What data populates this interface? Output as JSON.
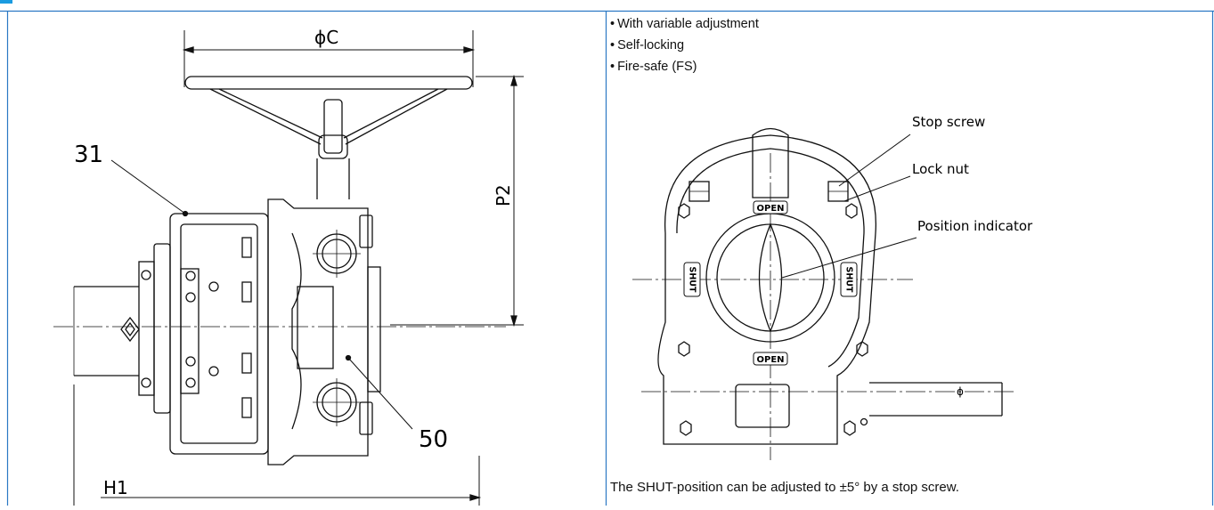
{
  "left_drawing": {
    "dim_diameter": "ϕC",
    "dim_height": "P2",
    "dim_length": "H1",
    "part_callout_1": "31",
    "part_callout_2": "50"
  },
  "features": {
    "bullet": "•",
    "items": [
      "With variable adjustment",
      "Self-locking",
      "Fire-safe (FS)"
    ]
  },
  "right_drawing": {
    "labels": {
      "stop_screw": "Stop screw",
      "lock_nut": "Lock nut",
      "position_indicator": "Position indicator"
    },
    "marking_open": "OPEN",
    "marking_shut": "SHUT",
    "shaft_symbol": "ϕ"
  },
  "note": "The SHUT-position can be adjusted to ±5° by a stop screw.",
  "colors": {
    "frame": "#2b78c4",
    "line": "#111111",
    "heading_accent": "#1a9be0"
  }
}
